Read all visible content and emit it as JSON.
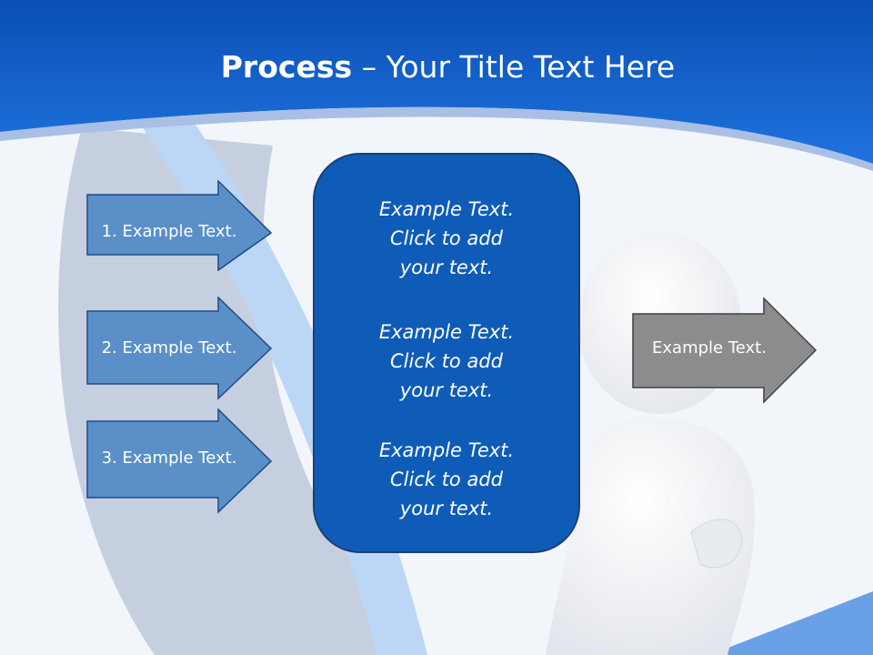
{
  "title": {
    "bold_part": "Process",
    "separator": " – ",
    "rest": "Your Title Text Here"
  },
  "left_arrows": [
    {
      "label": "1. Example Text."
    },
    {
      "label": "2. Example Text."
    },
    {
      "label": "3. Example Text."
    }
  ],
  "center_box": {
    "blocks": [
      {
        "lines": [
          "Example Text.",
          "Click  to add",
          "your text."
        ]
      },
      {
        "lines": [
          "Example Text.",
          "Click  to add",
          "your text."
        ]
      },
      {
        "lines": [
          "Example Text.",
          "Click  to add",
          "your text."
        ]
      }
    ]
  },
  "right_arrow": {
    "label": "Example Text."
  },
  "colors": {
    "header_blue": "#0b57c7",
    "arrow_blue": "#5a8fc8",
    "box_blue": "#0f5cb8",
    "arrow_gray": "#8c8c8c"
  }
}
